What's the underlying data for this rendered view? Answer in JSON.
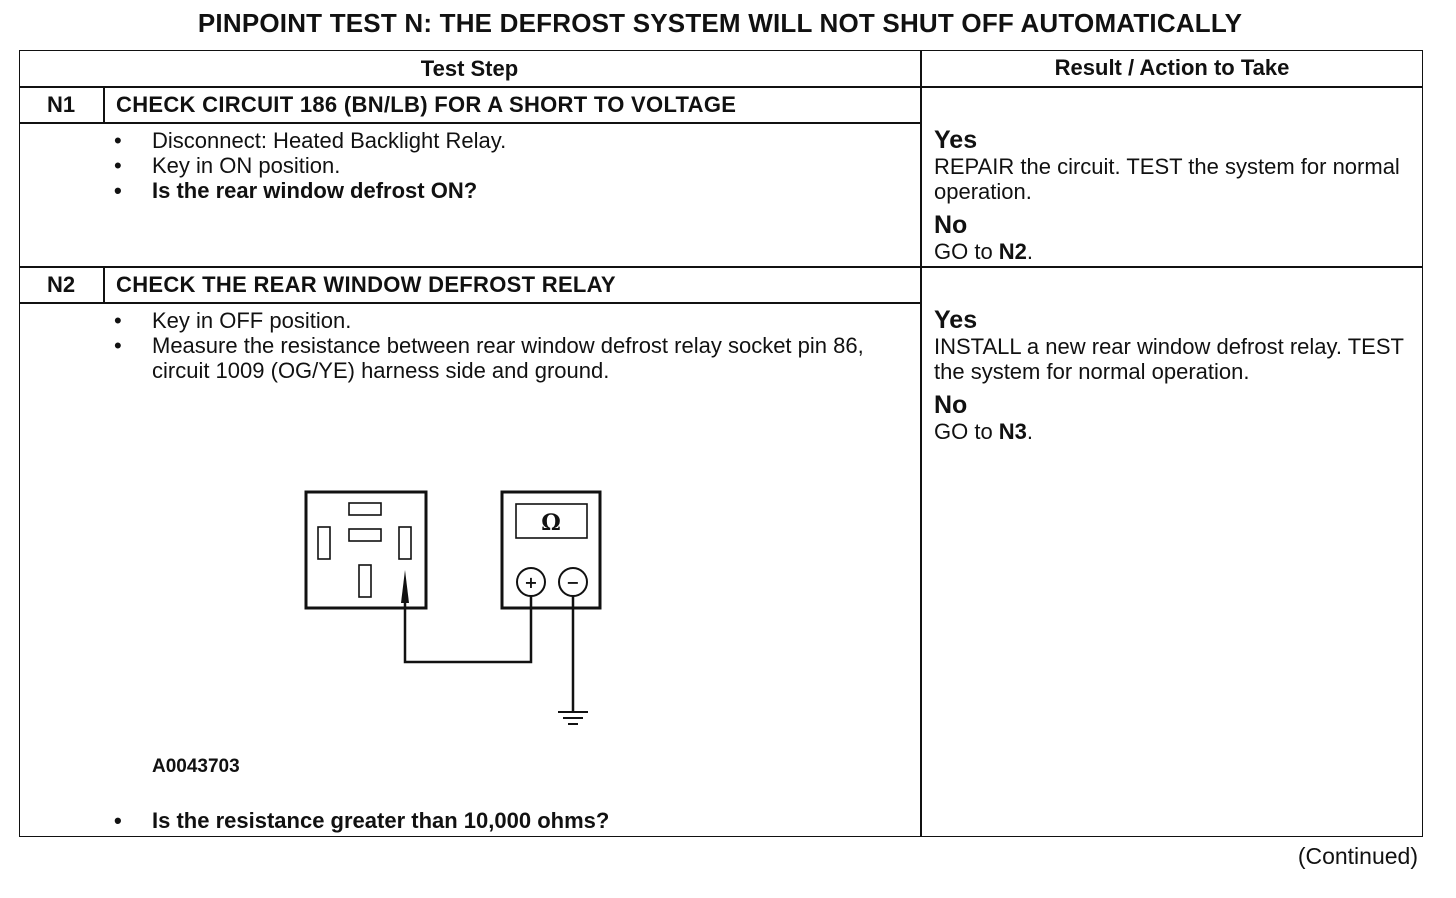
{
  "title": "PINPOINT TEST  N: THE DEFROST SYSTEM WILL NOT SHUT OFF AUTOMATICALLY",
  "headers": {
    "test_step": "Test Step",
    "result": "Result / Action to Take"
  },
  "steps": [
    {
      "id": "N1",
      "title": "CHECK CIRCUIT 186 (BN/LB) FOR A SHORT TO VOLTAGE",
      "bullets": [
        "Disconnect: Heated Backlight Relay.",
        "Key in ON position.",
        "Is the rear window defrost ON?"
      ],
      "yes_label": "Yes",
      "yes_text": "REPAIR the circuit. TEST the system for normal operation.",
      "no_label": "No",
      "no_prefix": "GO to ",
      "no_target": "N2",
      "no_suffix": "."
    },
    {
      "id": "N2",
      "title": "CHECK THE REAR WINDOW DEFROST RELAY",
      "bullets": [
        "Key in OFF position.",
        "Measure the resistance between rear window defrost relay socket pin 86, circuit 1009 (OG/YE) harness side and ground.",
        "Is the resistance greater than 10,000 ohms?"
      ],
      "figure_id": "A0043703",
      "meter_symbol": "Ω",
      "plus": "+",
      "minus": "−",
      "yes_label": "Yes",
      "yes_text": "INSTALL a new rear window defrost relay. TEST the system for normal operation.",
      "no_label": "No",
      "no_prefix": "GO to ",
      "no_target": "N3",
      "no_suffix": "."
    }
  ],
  "continued": "(Continued)"
}
